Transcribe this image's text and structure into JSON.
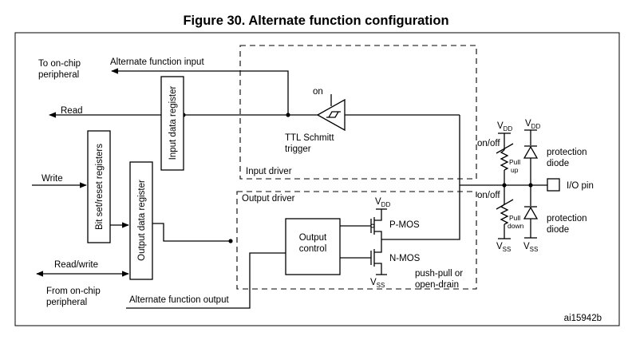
{
  "figure": {
    "title": "Figure 30. Alternate function configuration",
    "code": "ai15942b"
  },
  "signals": {
    "to_peripheral_1": "To on-chip",
    "to_peripheral_2": "peripheral",
    "alt_input": "Alternate function input",
    "read": "Read",
    "write": "Write",
    "read_write": "Read/write",
    "from_peripheral_1": "From on-chip",
    "from_peripheral_2": "peripheral",
    "alt_output": "Alternate function output"
  },
  "blocks": {
    "input_data_register": "Input data register",
    "bit_set_reset_registers": "Bit set/reset registers",
    "output_data_register": "Output data register",
    "output_control_1": "Output",
    "output_control_2": "control"
  },
  "input_driver": {
    "label": "Input driver",
    "on": "on",
    "trigger_1": "TTL Schmitt",
    "trigger_2": "trigger"
  },
  "output_driver": {
    "label": "Output driver",
    "pmos": "P-MOS",
    "nmos": "N-MOS",
    "mode_1": "push-pull or",
    "mode_2": "open-drain",
    "vdd": "V",
    "vdd_sub": "DD",
    "vss": "V",
    "vss_sub": "SS"
  },
  "pin_protection": {
    "onoff": "on/off",
    "pull_up_1": "Pull",
    "pull_up_2": "up",
    "pull_down_1": "Pull",
    "pull_down_2": "down",
    "protection_1": "protection",
    "protection_2": "diode",
    "io_pin": "I/O pin",
    "v": "V",
    "dd": "DD",
    "ss": "SS"
  }
}
